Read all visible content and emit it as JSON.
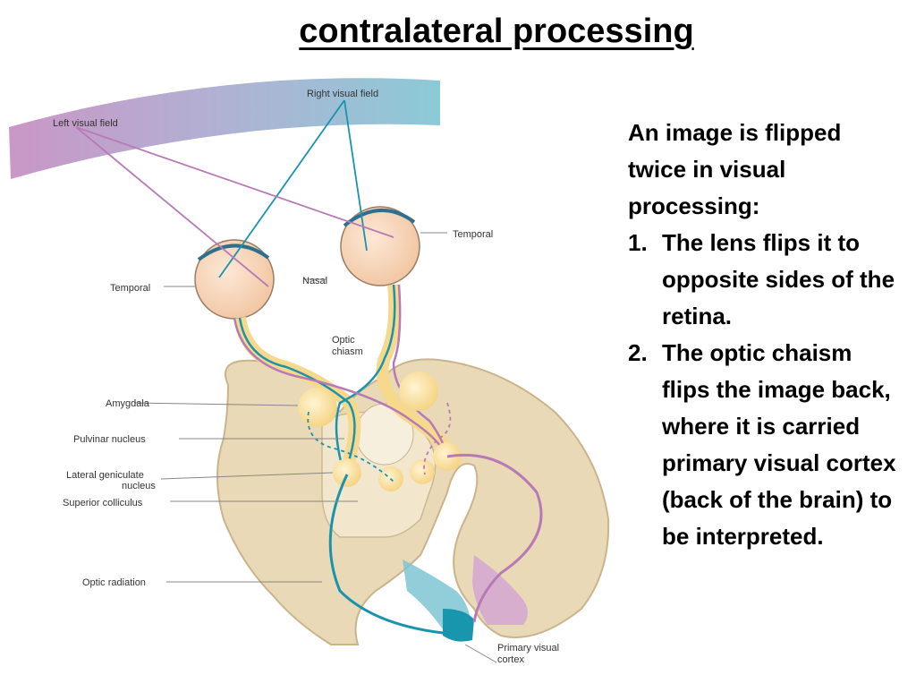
{
  "slide": {
    "title": "contralateral processing"
  },
  "explanation": {
    "intro": "An image is flipped twice in visual processing:",
    "steps": [
      {
        "number": "1.",
        "text": "The lens flips it to opposite sides of the retina."
      },
      {
        "number": "2.",
        "text": "The optic chaism flips the image back, where it is carried primary visual cortex (back of the brain) to be interpreted."
      }
    ]
  },
  "diagram": {
    "labels": {
      "right_visual_field": "Right visual field",
      "left_visual_field": "Left visual field",
      "temporal_right": "Temporal",
      "temporal_left": "Temporal",
      "nasal": "Nasal",
      "optic_chiasm_1": "Optic",
      "optic_chiasm_2": "chiasm",
      "amygdala": "Amygdala",
      "pulvinar_nucleus": "Pulvinar nucleus",
      "lgn_1": "Lateral geniculate",
      "lgn_2": "nucleus",
      "superior_colliculus": "Superior colliculus",
      "optic_radiation": "Optic radiation",
      "primary_visual_cortex_1": "Primary visual",
      "primary_visual_cortex_2": "cortex"
    },
    "colors": {
      "left_field": "#c48bc0",
      "right_field": "#7fc4d3",
      "left_pathway": "#b77ab6",
      "right_pathway": "#1a93ad",
      "brain": "#e9d9b6",
      "brain_outline": "#c9b48c",
      "eye": "#f6d2b5",
      "nucleus": "#f6dc9a"
    }
  }
}
